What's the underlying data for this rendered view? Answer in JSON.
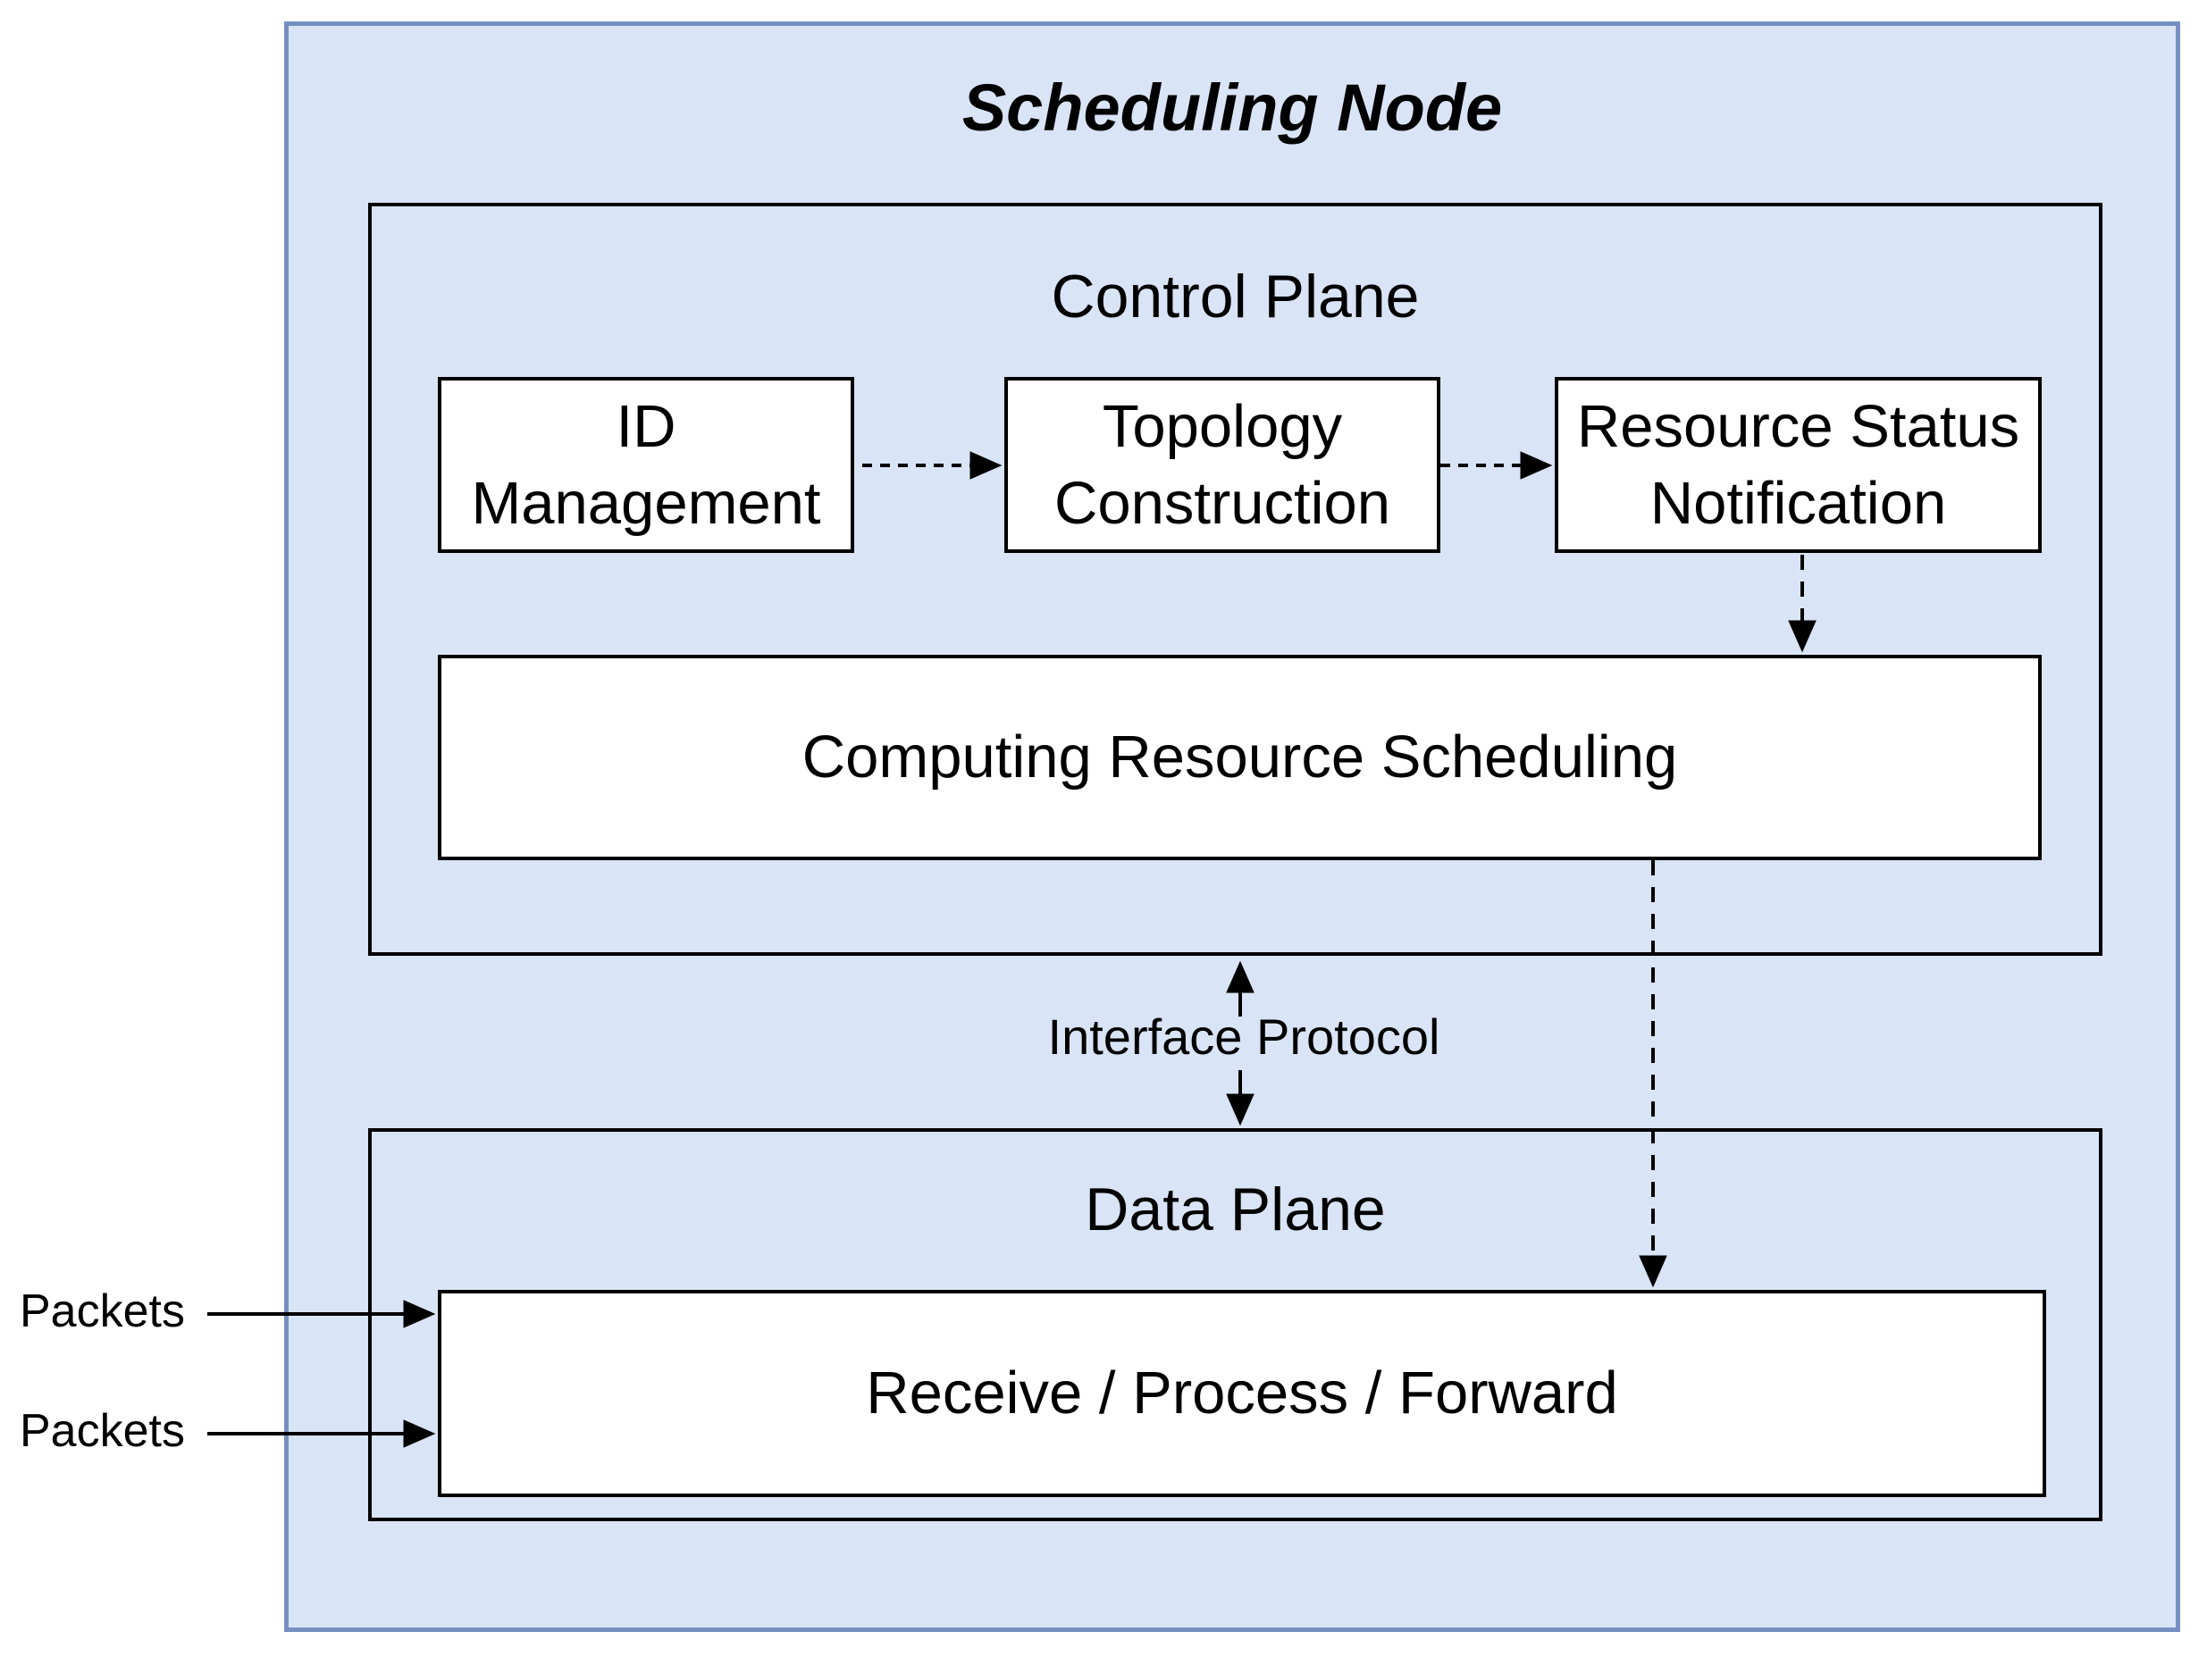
{
  "colors": {
    "canvas_bg": "#ffffff",
    "node_fill": "#d9e4f6",
    "node_border": "#7590c0",
    "line": "#000000",
    "box_fill": "#ffffff",
    "text": "#000000"
  },
  "diagram": {
    "title": "Scheduling Node",
    "control_plane": {
      "label": "Control Plane",
      "boxes": {
        "id_management": "ID\nManagement",
        "topology_construction": "Topology\nConstruction",
        "resource_status_notification": "Resource Status\nNotification",
        "computing_resource_scheduling": "Computing Resource Scheduling"
      }
    },
    "interface_protocol_label": "Interface Protocol",
    "data_plane": {
      "label": "Data Plane",
      "boxes": {
        "receive_process_forward": "Receive / Process / Forward"
      }
    },
    "inputs": {
      "packets_top": "Packets",
      "packets_bottom": "Packets"
    }
  }
}
